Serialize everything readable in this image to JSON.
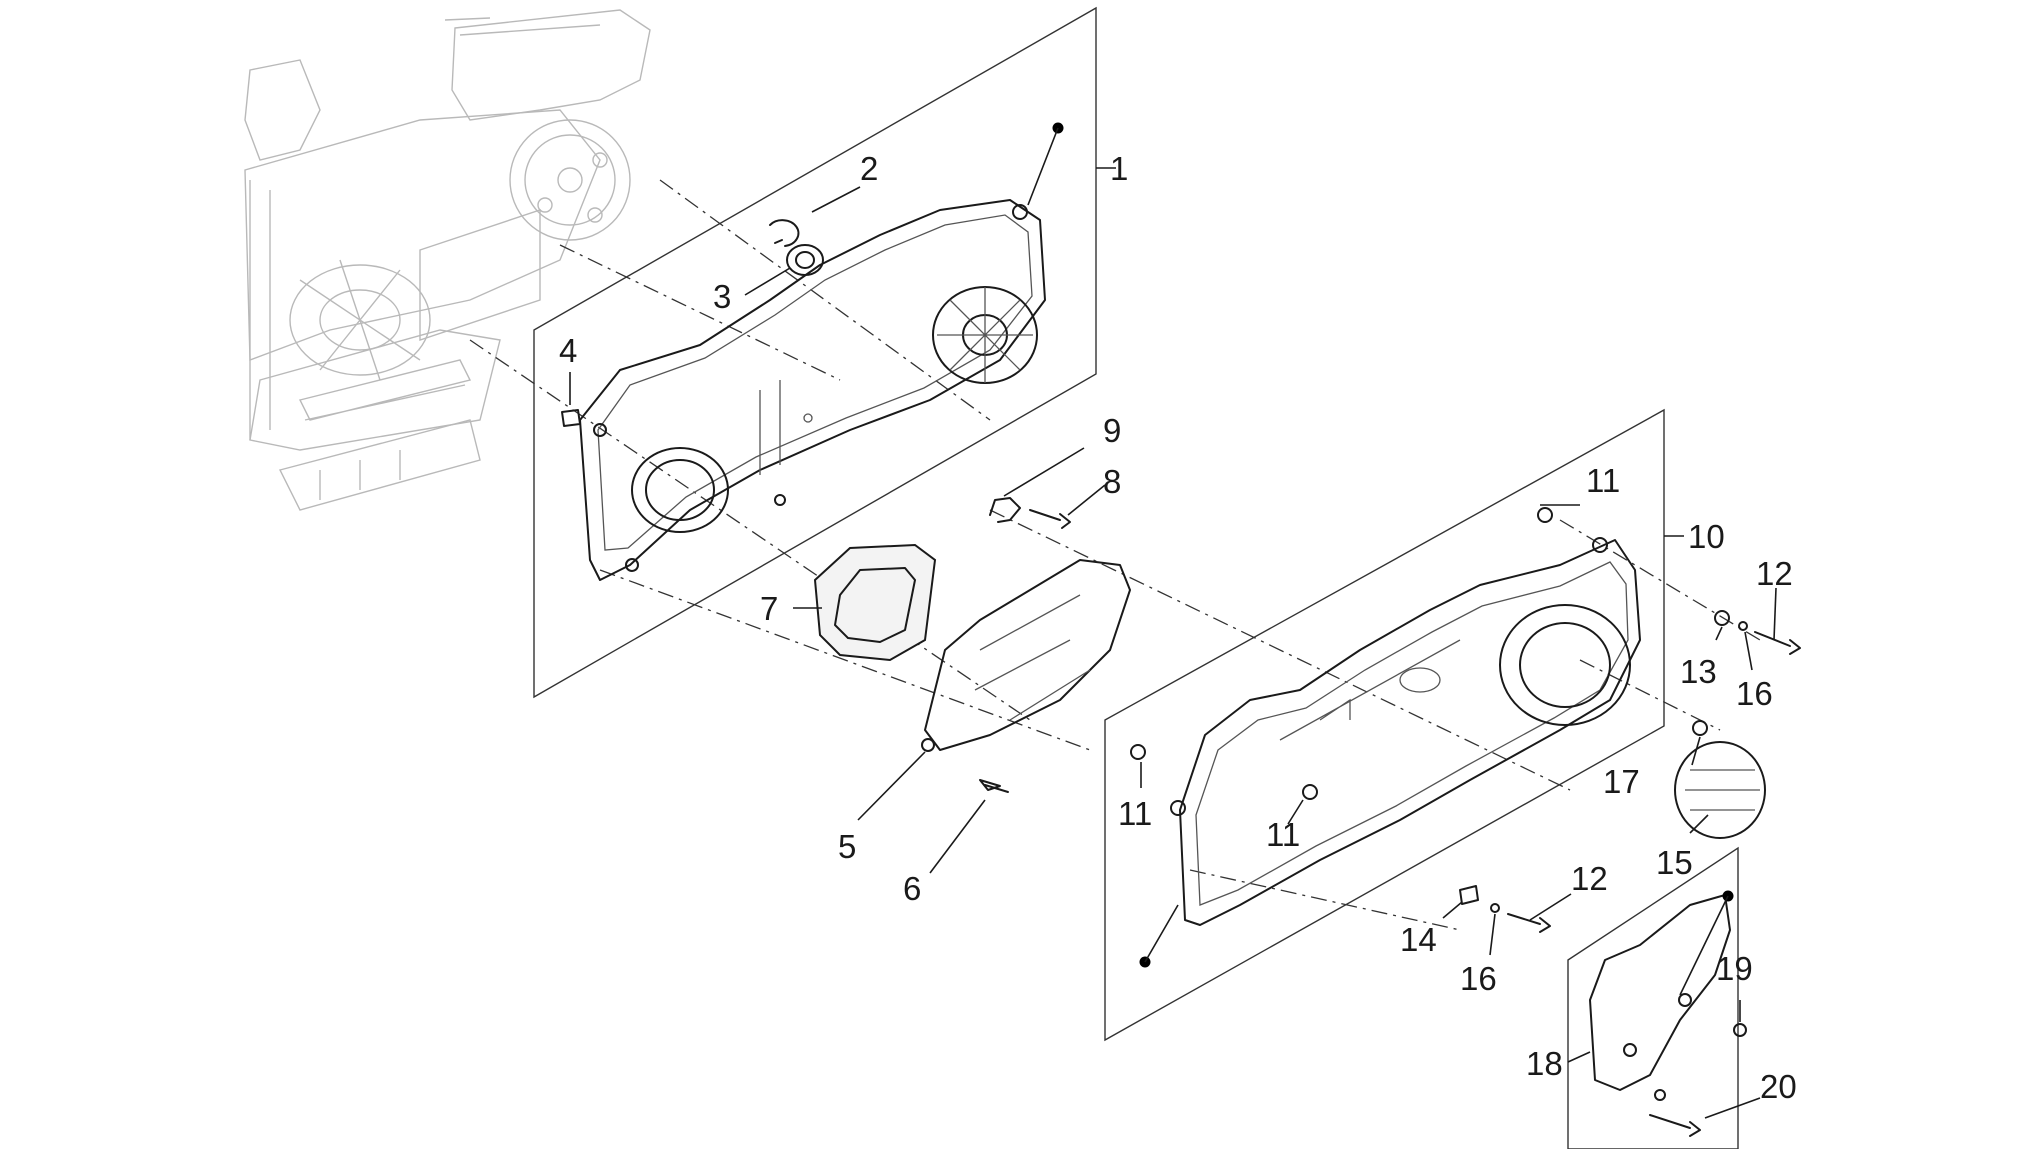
{
  "labels": [
    {
      "id": "1",
      "text": "1"
    },
    {
      "id": "2",
      "text": "2"
    },
    {
      "id": "3",
      "text": "3"
    },
    {
      "id": "4",
      "text": "4"
    },
    {
      "id": "5",
      "text": "5"
    },
    {
      "id": "6",
      "text": "6"
    },
    {
      "id": "7",
      "text": "7"
    },
    {
      "id": "8",
      "text": "8"
    },
    {
      "id": "9",
      "text": "9"
    },
    {
      "id": "10",
      "text": "10"
    },
    {
      "id": "11a",
      "text": "11"
    },
    {
      "id": "11b",
      "text": "11"
    },
    {
      "id": "11c",
      "text": "11"
    },
    {
      "id": "12a",
      "text": "12"
    },
    {
      "id": "12b",
      "text": "12"
    },
    {
      "id": "13",
      "text": "13"
    },
    {
      "id": "14",
      "text": "14"
    },
    {
      "id": "15",
      "text": "15"
    },
    {
      "id": "16a",
      "text": "16"
    },
    {
      "id": "16b",
      "text": "16"
    },
    {
      "id": "17",
      "text": "17"
    },
    {
      "id": "18",
      "text": "18"
    },
    {
      "id": "19",
      "text": "19"
    },
    {
      "id": "20",
      "text": "20"
    }
  ],
  "colors": {
    "line": "#1a1a1a",
    "ghost": "#b9b9b9",
    "marker": "#000000"
  }
}
